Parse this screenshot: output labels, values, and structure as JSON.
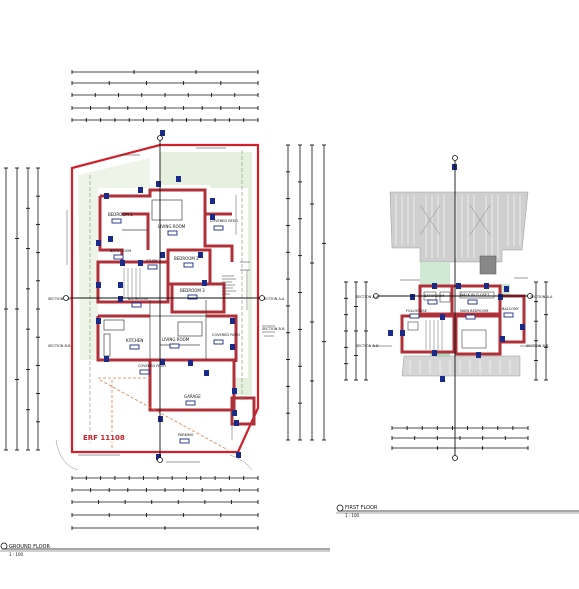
{
  "ground": {
    "erf": "ERF 11108",
    "title": "GROUND FLOOR",
    "scale": "1 : 100",
    "rooms": [
      {
        "key": "bedroom1",
        "label": "BEDROOM 1"
      },
      {
        "key": "bath",
        "label": "BATH ROOM"
      },
      {
        "key": "study",
        "label": "STUDY"
      },
      {
        "key": "living1",
        "label": "LIVING ROOM"
      },
      {
        "key": "covpatio1",
        "label": "COVERED PATIO"
      },
      {
        "key": "bedroom2",
        "label": "BEDROOM 2"
      },
      {
        "key": "bedroom3",
        "label": "BEDROOM 3"
      },
      {
        "key": "bathroom",
        "label": "BATHROOM"
      },
      {
        "key": "kitchen",
        "label": "KITCHEN"
      },
      {
        "key": "living2",
        "label": "LIVING ROOM"
      },
      {
        "key": "covpatio2",
        "label": "COVERED PATIO"
      },
      {
        "key": "coveredpatio",
        "label": "COVERED PATIO"
      },
      {
        "key": "garage",
        "label": "GARAGE"
      },
      {
        "key": "parking",
        "label": "PARKING"
      }
    ]
  },
  "first": {
    "title": "FIRST FLOOR",
    "scale": "1 : 100",
    "rooms": [
      {
        "key": "bathroom",
        "label": "BATHROOM"
      },
      {
        "key": "walkin",
        "label": "WALK IN CLOSET"
      },
      {
        "key": "fullhouse",
        "label": "FULLHOUSE"
      },
      {
        "key": "master",
        "label": "MAIN BEDROOM"
      },
      {
        "key": "balcony",
        "label": "BALCONY"
      }
    ]
  },
  "sections": [
    "SECTION A-A",
    "SECTION A-A",
    "SECTION B-B",
    "SECTION B-B",
    "SECTION A-A",
    "SECTION A-A",
    "SECTION B-B",
    "SECTION B-B"
  ],
  "colors": {
    "boundary": "#d0202a",
    "wall": "#b0303a",
    "green": "#e6f0de",
    "roof": "#cfcfcf",
    "tag": "#1a2a8a",
    "line": "#222222"
  }
}
